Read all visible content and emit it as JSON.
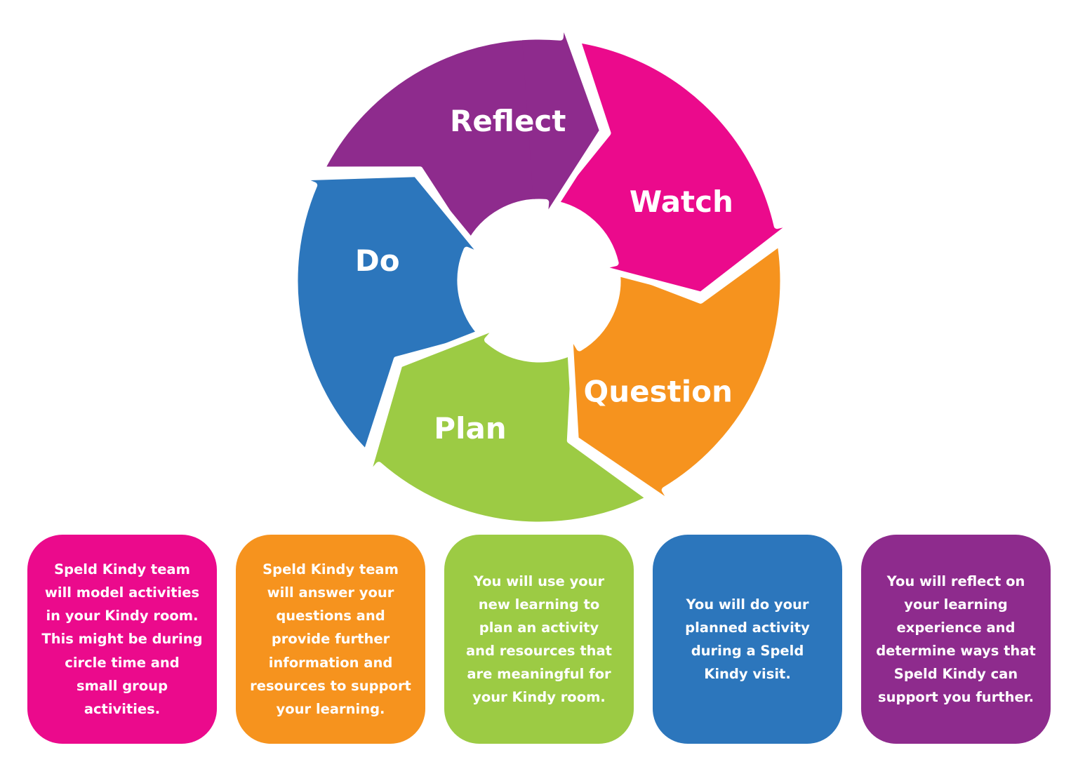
{
  "background_color": "#ffffff",
  "cycle": {
    "outline_color": "#ffffff",
    "segments": [
      {
        "label": "Reflect",
        "color": "#8E2B8D"
      },
      {
        "label": "Watch",
        "color": "#EB0A8C"
      },
      {
        "label": "Question",
        "color": "#F6931E"
      },
      {
        "label": "Plan",
        "color": "#9CCB44"
      },
      {
        "label": "Do",
        "color": "#2C76BC"
      }
    ]
  },
  "cards": [
    {
      "color": "#EB0A8C",
      "text": "Speld Kindy team\nwill model activities\nin your Kindy room.\nThis might be during\ncircle time and\nsmall group\nactivities."
    },
    {
      "color": "#F6931E",
      "text": "Speld Kindy team\nwill answer your\nquestions and\nprovide further\ninformation and\nresources to support\nyour learning."
    },
    {
      "color": "#9CCB44",
      "text": "You will use your\nnew learning to\nplan an activity\nand resources that\nare meaningful for\nyour Kindy room."
    },
    {
      "color": "#2C76BC",
      "text": "You will do your\nplanned activity\nduring a Speld\nKindy visit."
    },
    {
      "color": "#8E2B8D",
      "text": "You will reflect on\nyour learning\nexperience and\ndetermine ways that\nSpeld Kindy can\nsupport you further."
    }
  ]
}
